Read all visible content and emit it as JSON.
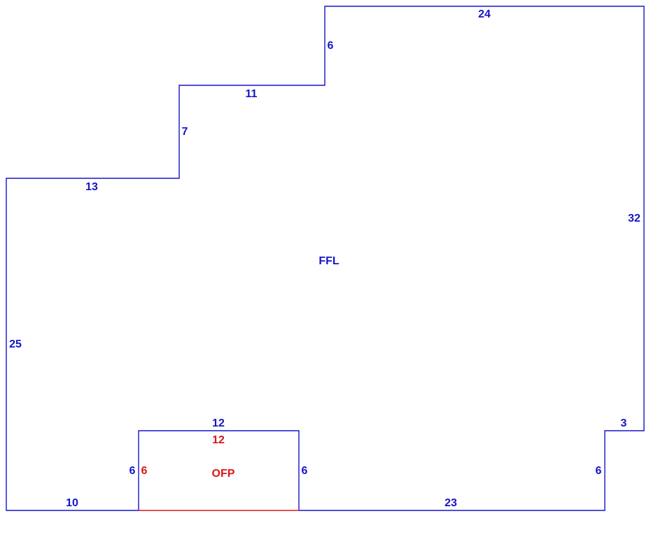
{
  "colors": {
    "main": "#1515c8",
    "sub": "#d81818",
    "background": "#ffffff"
  },
  "areas": {
    "main_label": "FFL",
    "sub_label": "OFP"
  },
  "dimensions": {
    "main_top": "24",
    "main_right": "32",
    "main_step_upper_vertical": "6",
    "main_step_upper_horizontal": "11",
    "main_step_lower_vertical": "7",
    "main_step_lower_horizontal": "13",
    "main_left": "25",
    "main_bottom_left": "10",
    "main_bottom_right": "23",
    "main_notch_horizontal": "3",
    "main_notch_vertical": "6",
    "porch_top": "12",
    "porch_left": "6",
    "porch_right": "6"
  },
  "sub_dimensions": {
    "porch_top": "12",
    "porch_left": "6"
  }
}
